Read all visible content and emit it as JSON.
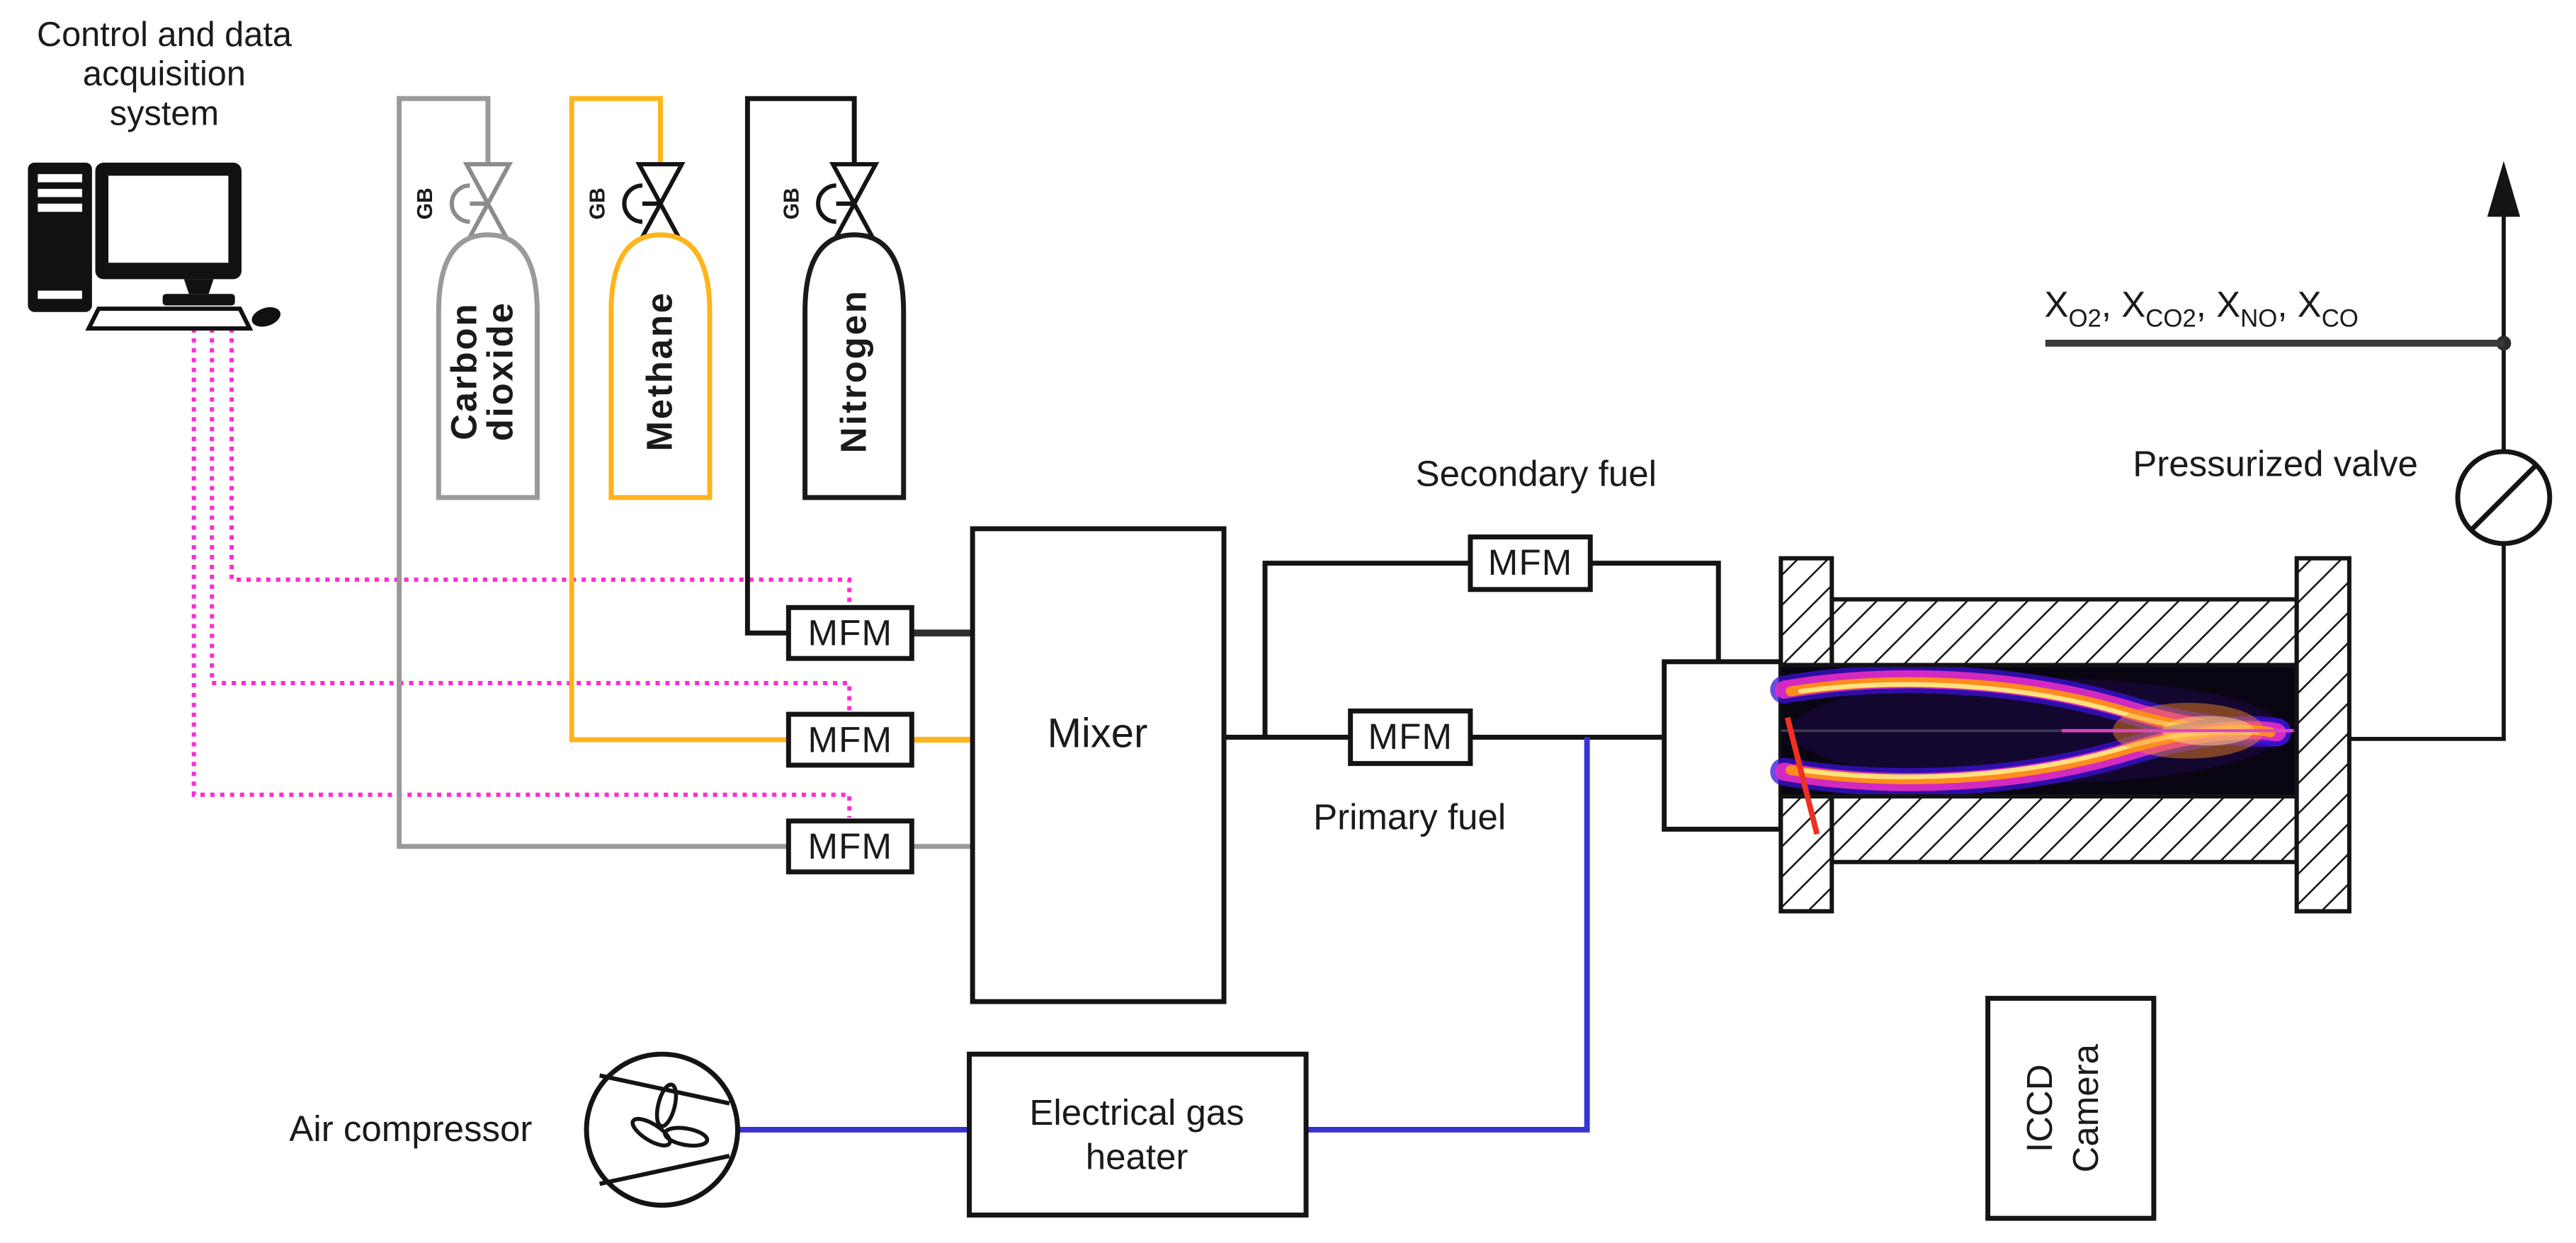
{
  "figure": {
    "description": "Experimental combustion test-rig schematic",
    "colors": {
      "carbon_dioxide_line": "#9A9A9A",
      "methane_line": "#FFB41C",
      "nitrogen_line": "#141414",
      "control_signal_line": "#FF2BD2",
      "air_line": "#3732D4",
      "igniter_line": "#F03022",
      "flame_background": "#0A0512"
    }
  },
  "control_system": {
    "title_lines": [
      "Control and data",
      "acquisition",
      "system"
    ]
  },
  "gas_bottles": [
    {
      "id": "carbon-dioxide",
      "label_lines": [
        "Carbon",
        "dioxide"
      ],
      "valve_label": "GB",
      "color": "#9A9A9A"
    },
    {
      "id": "methane",
      "label_lines": [
        "Methane"
      ],
      "valve_label": "GB",
      "color": "#FFB41C"
    },
    {
      "id": "nitrogen",
      "label_lines": [
        "Nitrogen"
      ],
      "valve_label": "GB",
      "color": "#1A1A1A"
    }
  ],
  "flow_meter_label": "MFM",
  "mixer_label": "Mixer",
  "fuel_lines": {
    "secondary_fuel_label": "Secondary fuel",
    "primary_fuel_label": "Primary fuel"
  },
  "exhaust": {
    "pressurized_valve_label": "Pressurized valve",
    "species": [
      {
        "base": "X",
        "sub": "O2"
      },
      {
        "base": "X",
        "sub": "CO2"
      },
      {
        "base": "X",
        "sub": "NO"
      },
      {
        "base": "X",
        "sub": "CO"
      }
    ]
  },
  "camera": {
    "label_lines": [
      "ICCD",
      "Camera"
    ]
  },
  "air_compressor_label": "Air compressor",
  "heater": {
    "label_lines": [
      "Electrical gas",
      "heater"
    ]
  }
}
